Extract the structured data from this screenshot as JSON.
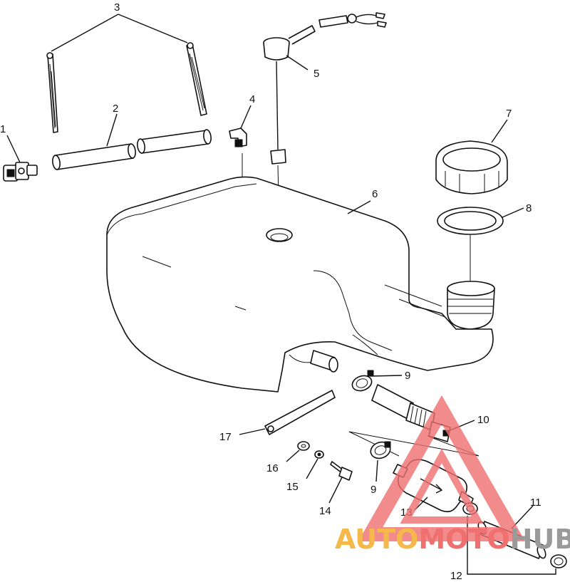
{
  "callouts": {
    "c1": "1",
    "c2": "2",
    "c3": "3",
    "c4": "4",
    "c5": "5",
    "c6": "6",
    "c7": "7",
    "c8": "8",
    "c9a": "9",
    "c9b": "9",
    "c10": "10",
    "c11": "11",
    "c12": "12",
    "c13": "13",
    "c14": "14",
    "c15": "15",
    "c16": "16",
    "c17": "17"
  },
  "watermark": {
    "part1": "AUTO",
    "part2": "MOTO",
    "part3": "HUB",
    "color_orange": "#F5B84A",
    "color_red": "#F07070",
    "color_gray": "#9A9A9A"
  }
}
